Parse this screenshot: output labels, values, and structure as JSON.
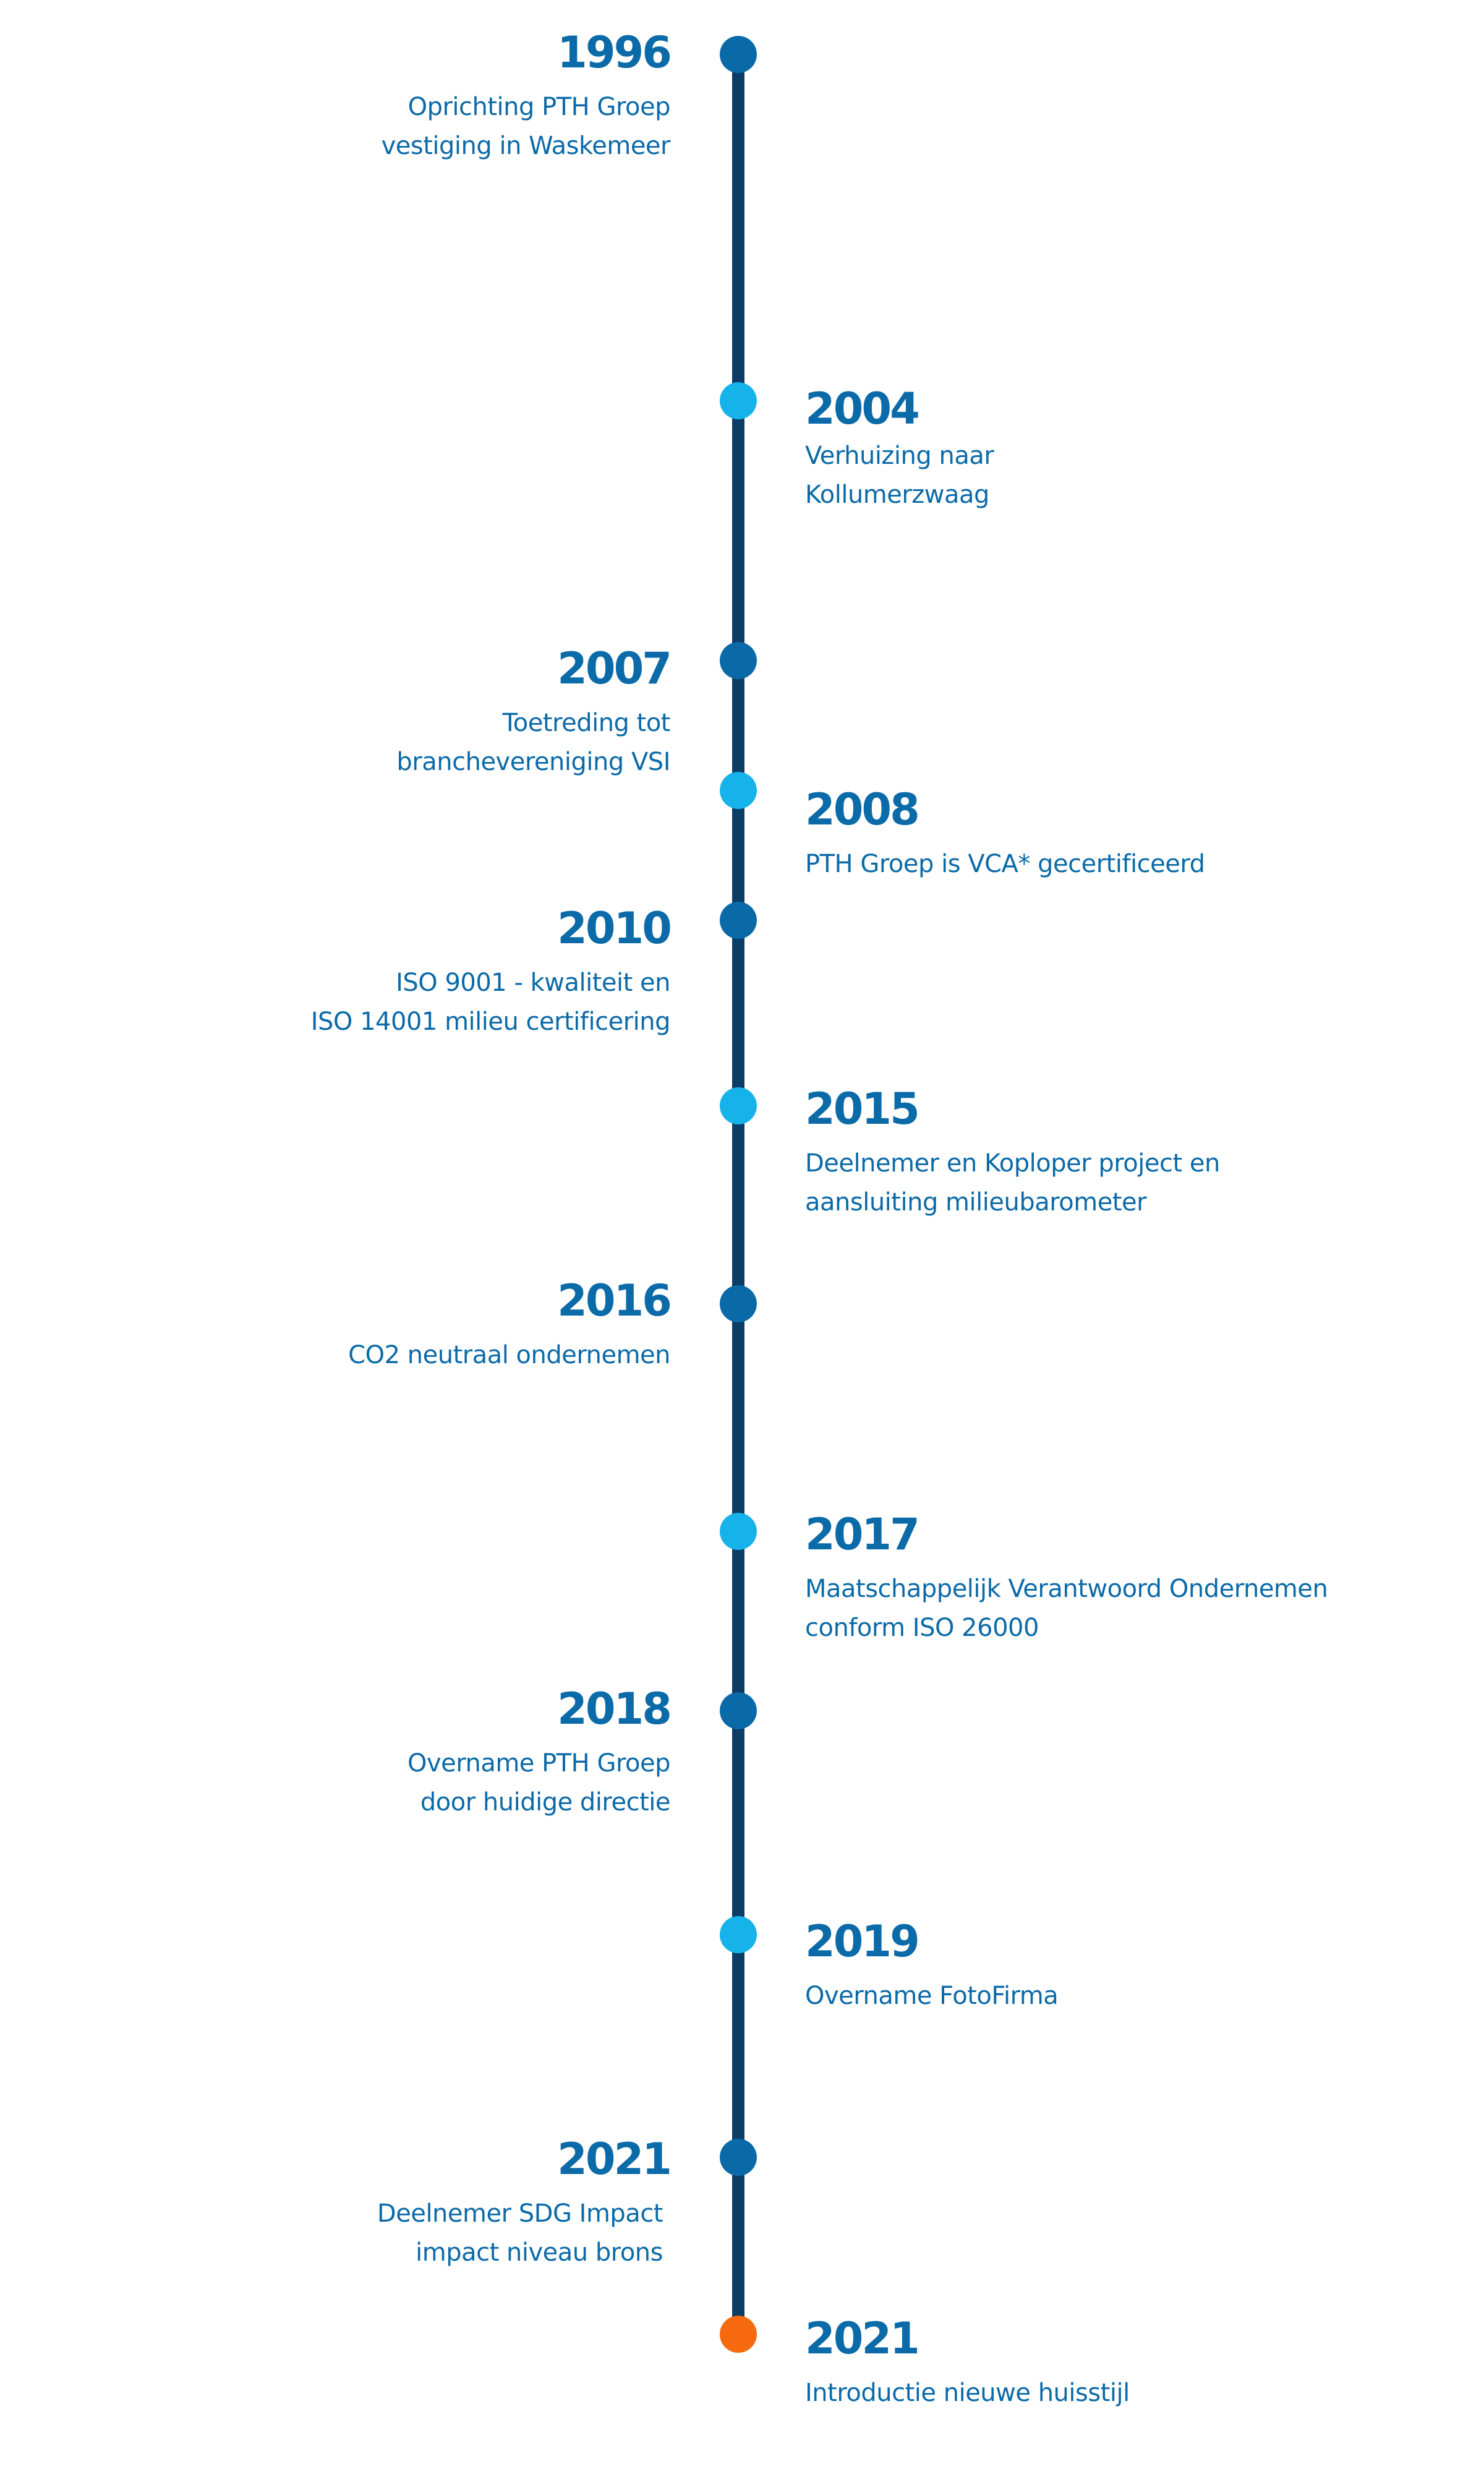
{
  "colors": {
    "line": "#0b3d66",
    "text": "#0b6aa8",
    "dot_dark": "#0a6aa8",
    "dot_light": "#16b3ea",
    "dot_orange": "#f7690e"
  },
  "events": [
    {
      "year": "1996",
      "desc": "Oprichting PTH Groep\nvestiging in Waskemeer",
      "side": "left",
      "dot": "dark"
    },
    {
      "year": "2004",
      "desc": "Verhuizing naar\nKollumerzwaag",
      "side": "right",
      "dot": "light"
    },
    {
      "year": "2007",
      "desc": "Toetreding tot\nbranchevereniging VSI",
      "side": "left",
      "dot": "dark"
    },
    {
      "year": "2008",
      "desc": "PTH Groep is VCA* gecertificeerd",
      "side": "right",
      "dot": "light"
    },
    {
      "year": "2010",
      "desc": "ISO 9001 - kwaliteit en\nISO 14001 milieu certificering",
      "side": "left",
      "dot": "dark"
    },
    {
      "year": "2015",
      "desc": "Deelnemer en Koploper project en\naansluiting milieubarometer",
      "side": "right",
      "dot": "light"
    },
    {
      "year": "2016",
      "desc": "CO2 neutraal ondernemen",
      "side": "left",
      "dot": "dark"
    },
    {
      "year": "2017",
      "desc": "Maatschappelijk Verantwoord Ondernemen\n conform ISO 26000",
      "side": "right",
      "dot": "light"
    },
    {
      "year": "2018",
      "desc": "Overname PTH Groep\ndoor huidige directie",
      "side": "left",
      "dot": "dark"
    },
    {
      "year": "2019",
      "desc": "Overname FotoFirma",
      "side": "right",
      "dot": "light"
    },
    {
      "year": "2021",
      "desc": "Deelnemer SDG Impact\nimpact niveau brons",
      "side": "left",
      "dot": "dark"
    },
    {
      "year": "2021",
      "desc": "Introductie nieuwe huisstijl",
      "side": "right",
      "dot": "orange"
    }
  ]
}
